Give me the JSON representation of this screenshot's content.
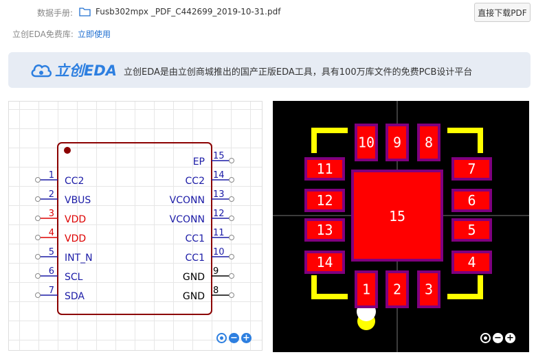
{
  "header": {
    "manual_label": "数据手册:",
    "file_name": "Fusb302mpx _PDF_C442699_2019-10-31.pdf",
    "download_button": "直接下载PDF",
    "library_label": "立创EDA免费库:",
    "library_link": "立即使用"
  },
  "banner": {
    "logo_text": "立创EDA",
    "description": "立创EDA是由立创商城推出的国产正版EDA工具，具有100万库文件的免费PCB设计平台"
  },
  "schematic": {
    "left_pins": [
      {
        "num": "1",
        "name": "CC2",
        "color": "#1a1aa6"
      },
      {
        "num": "2",
        "name": "VBUS",
        "color": "#1a1aa6"
      },
      {
        "num": "3",
        "name": "VDD",
        "color": "#dd0000"
      },
      {
        "num": "4",
        "name": "VDD",
        "color": "#dd0000"
      },
      {
        "num": "5",
        "name": "INT_N",
        "color": "#1a1aa6"
      },
      {
        "num": "6",
        "name": "SCL",
        "color": "#1a1aa6"
      },
      {
        "num": "7",
        "name": "SDA",
        "color": "#1a1aa6"
      }
    ],
    "right_pins": [
      {
        "num": "15",
        "name": "EP",
        "color": "#1a1aa6"
      },
      {
        "num": "14",
        "name": "CC2",
        "color": "#1a1aa6"
      },
      {
        "num": "13",
        "name": "VCONN",
        "color": "#1a1aa6"
      },
      {
        "num": "12",
        "name": "VCONN",
        "color": "#1a1aa6"
      },
      {
        "num": "11",
        "name": "CC1",
        "color": "#1a1aa6"
      },
      {
        "num": "10",
        "name": "CC1",
        "color": "#1a1aa6"
      },
      {
        "num": "9",
        "name": "GND",
        "color": "#000000"
      },
      {
        "num": "8",
        "name": "GND",
        "color": "#000000"
      }
    ],
    "body_color": "#8b0000"
  },
  "pcb": {
    "pads_top": [
      "10",
      "9",
      "8"
    ],
    "pads_bottom": [
      "1",
      "2",
      "3"
    ],
    "pads_left": [
      "11",
      "12",
      "13",
      "14"
    ],
    "pads_right": [
      "7",
      "6",
      "5",
      "4"
    ],
    "center_pad": "15",
    "pad_color": "#ff0000",
    "mask_color": "#800080",
    "silk_color": "#ffff00"
  },
  "controls": {
    "locate_icon": "target-icon",
    "zoom_out_icon": "minus-icon",
    "zoom_in_icon": "plus-icon"
  },
  "colors": {
    "link": "#1f6fd0",
    "brand": "#2d7fe0"
  }
}
